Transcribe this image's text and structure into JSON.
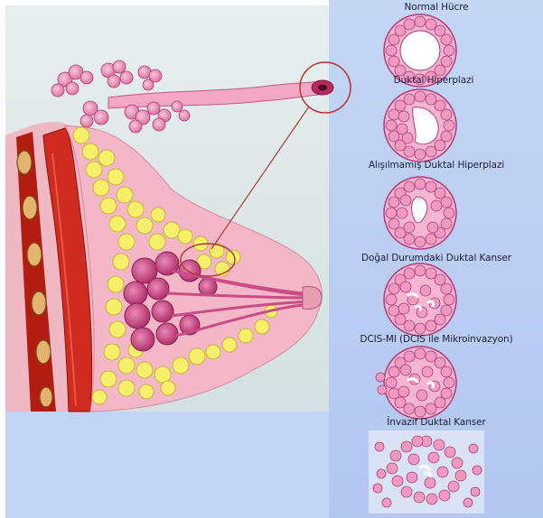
{
  "stages": [
    {
      "label": "Normal Hücre"
    },
    {
      "label": "Duktal Hiperplazi"
    },
    {
      "label": "Alışılmamış Duktal Hiperplazi"
    },
    {
      "label": "Doğal Durumdaki Duktal Kanser"
    },
    {
      "label": "DCIS-MI (DCIS ile Mikroinvazyon)"
    },
    {
      "label": "İnvazif Duktal Kanser"
    }
  ],
  "colors": {
    "background_left": "#dfe9ea",
    "background_right": "#bccdf2",
    "tissue_pink": "#f3b4c6",
    "cell_pink": "#f2a3c8",
    "cell_outline": "#b13a78",
    "lumen": "#ffffff",
    "fat_yellow": "#f5ee6e",
    "muscle_red": "#c8271c",
    "pointer_line": "#b03a30"
  }
}
